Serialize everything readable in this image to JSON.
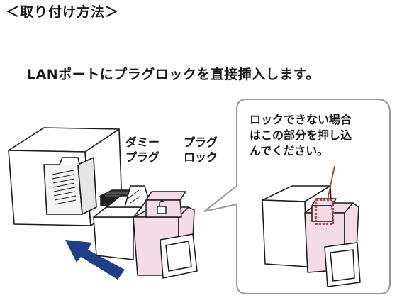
{
  "heading": "＜取り付け方法＞",
  "instruction": "LANポートにプラグロックを直接挿入します。",
  "labels": {
    "dummy_plug": [
      "ダミー",
      "プラグ"
    ],
    "plug_lock": [
      "プラグ",
      "ロック"
    ]
  },
  "callout": {
    "lines": [
      "ロックできない場合",
      "はこの部分を押し込",
      "んでください。"
    ]
  },
  "colors": {
    "lock_pink": "#f3dce8",
    "arrow_blue": "#1f3f86",
    "highlight_red": "#d0342c",
    "bubble_border": "#9a9a9a",
    "dark_plug": "#222222"
  },
  "icons": {
    "arrow": "arrow-icon",
    "lock_symbol": "unlock-symbol-icon"
  }
}
